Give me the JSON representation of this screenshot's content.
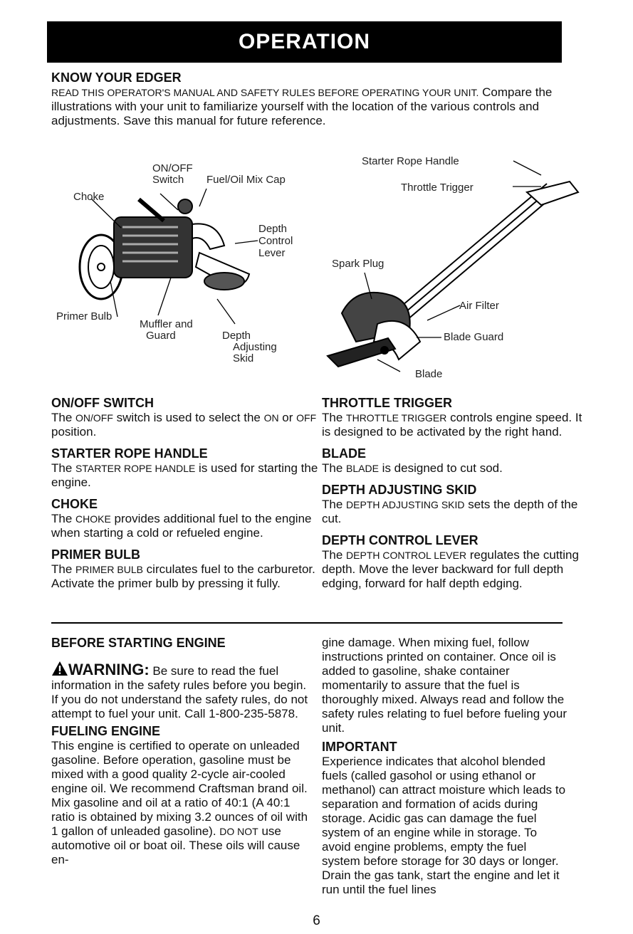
{
  "banner": "OPERATION",
  "intro": {
    "title": "KNOW YOUR EDGER",
    "text_caps": "READ THIS OPERATOR'S MANUAL AND SAFETY RULES BEFORE OPERATING YOUR UNIT.",
    "text_rest": " Compare the illustrations with your unit to familiarize yourself with the location of the various controls and adjustments. Save this manual for future reference."
  },
  "figure_left": {
    "labels": {
      "on_off": "ON/OFF",
      "switch": "Switch",
      "fuel_cap": "Fuel/Oil Mix Cap",
      "choke": "Choke",
      "depth": "Depth",
      "control": "Control",
      "lever": "Lever",
      "primer": "Primer Bulb",
      "muffler1": "Muffler and",
      "muffler2": "Guard",
      "skid1": "Depth",
      "skid2": "Adjusting",
      "skid3": "Skid"
    }
  },
  "figure_right": {
    "labels": {
      "starter": "Starter Rope Handle",
      "throttle": "Throttle Trigger",
      "spark": "Spark Plug",
      "air": "Air Filter",
      "guard": "Blade Guard",
      "blade": "Blade"
    }
  },
  "left_col": [
    {
      "title": "ON/OFF SWITCH",
      "parts": [
        "The ",
        "ON/OFF",
        " switch is used to select the ",
        "ON",
        " or ",
        "OFF",
        " position."
      ]
    },
    {
      "title": "STARTER ROPE HANDLE",
      "parts": [
        "The ",
        "STARTER ROPE HANDLE",
        " is used for starting the engine."
      ]
    },
    {
      "title": "CHOKE",
      "parts": [
        "The ",
        "CHOKE",
        " provides additional fuel to the engine when starting a cold or refueled engine."
      ]
    },
    {
      "title": "PRIMER BULB",
      "parts": [
        "The ",
        "PRIMER BULB",
        " circulates fuel to the carburetor. Activate the primer bulb by pressing it fully."
      ]
    }
  ],
  "right_col": [
    {
      "title": "THROTTLE TRIGGER",
      "parts": [
        "The ",
        "THROTTLE TRIGGER",
        " controls engine speed. It is designed to be activated by the right hand."
      ]
    },
    {
      "title": "BLADE",
      "parts": [
        "The ",
        "BLADE",
        " is designed to cut sod."
      ]
    },
    {
      "title": "DEPTH ADJUSTING SKID",
      "parts": [
        "The ",
        "DEPTH ADJUSTING SKID",
        " sets the depth of the cut."
      ]
    },
    {
      "title": "DEPTH CONTROL LEVER",
      "parts": [
        "The ",
        "DEPTH CONTROL LEVER",
        " regulates the cutting depth. Move the lever backward for full depth edging, forward for half depth edging."
      ]
    }
  ],
  "before": {
    "title": "BEFORE STARTING ENGINE",
    "warning_label": "WARNING:",
    "warning_text": " Be sure to read the fuel information in the safety rules before you begin. If you do not understand the safety rules, do not attempt to fuel your unit. Call 1-800-235-5878.",
    "fueling_title": "FUELING ENGINE",
    "fueling_text": "This engine is certified to operate on unleaded gasoline. Before operation, gasoline must be mixed with a good quality 2-cycle air-cooled engine oil. We recommend Craftsman brand oil. Mix gasoline and oil at a ratio of 40:1 (A 40:1 ratio is obtained by mixing 3.2 ounces of oil with 1 gallon of unleaded gasoline). ",
    "fueling_caps": "DO NOT",
    "fueling_text2": " use automotive oil or boat oil. These oils will cause en-"
  },
  "cont": {
    "text1": "gine damage. When mixing fuel, follow instructions printed on container. Once oil is added to gasoline, shake container momentarily to assure that the fuel is thoroughly mixed. Always read and follow the safety rules relating to fuel before fueling your unit.",
    "important_title": "IMPORTANT",
    "text2": "Experience indicates that alcohol blended fuels (called gasohol or using ethanol or methanol) can attract moisture which leads to separation and formation of acids during storage. Acidic gas can damage the fuel system of an engine while in storage. To avoid engine problems, empty the fuel system before storage for 30 days or longer. Drain the gas tank, start the engine and let it run until the fuel lines"
  },
  "page_number": "6"
}
